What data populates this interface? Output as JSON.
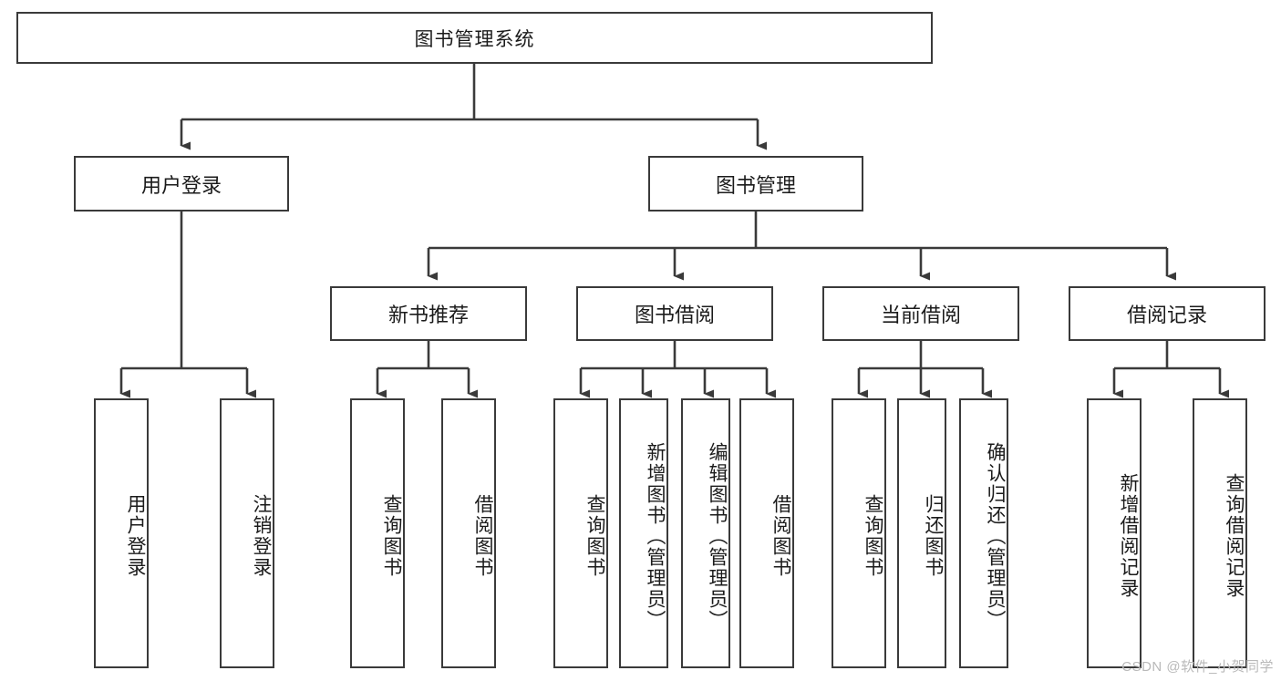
{
  "diagram": {
    "title": "图书管理系统",
    "type": "hierarchy-tree",
    "watermark": "CSDN @软件_小贺同学",
    "colors": {
      "box_border": "#3a3a3a",
      "box_fill": "#ffffff",
      "line": "#3a3a3a",
      "text": "#1b1b1b",
      "watermark": "#b9b9b9"
    },
    "levels": {
      "root": {
        "label": "图书管理系统"
      },
      "level2": [
        {
          "label": "用户登录"
        },
        {
          "label": "图书管理"
        }
      ],
      "level3": [
        {
          "label": "新书推荐"
        },
        {
          "label": "图书借阅"
        },
        {
          "label": "当前借阅"
        },
        {
          "label": "借阅记录"
        }
      ],
      "leaves": {
        "user_login": [
          {
            "label": "用户登录"
          },
          {
            "label": "注销登录"
          }
        ],
        "new_book": [
          {
            "label": "查询图书"
          },
          {
            "label": "借阅图书"
          }
        ],
        "book_borrow": [
          {
            "label": "查询图书"
          },
          {
            "label": "新增图书（管理员）"
          },
          {
            "label": "编辑图书（管理员）"
          },
          {
            "label": "借阅图书"
          }
        ],
        "current_borrow": [
          {
            "label": "查询图书"
          },
          {
            "label": "归还图书"
          },
          {
            "label": "确认归还（管理员）"
          }
        ],
        "borrow_record": [
          {
            "label": "新增借阅记录"
          },
          {
            "label": "查询借阅记录"
          }
        ]
      }
    }
  }
}
